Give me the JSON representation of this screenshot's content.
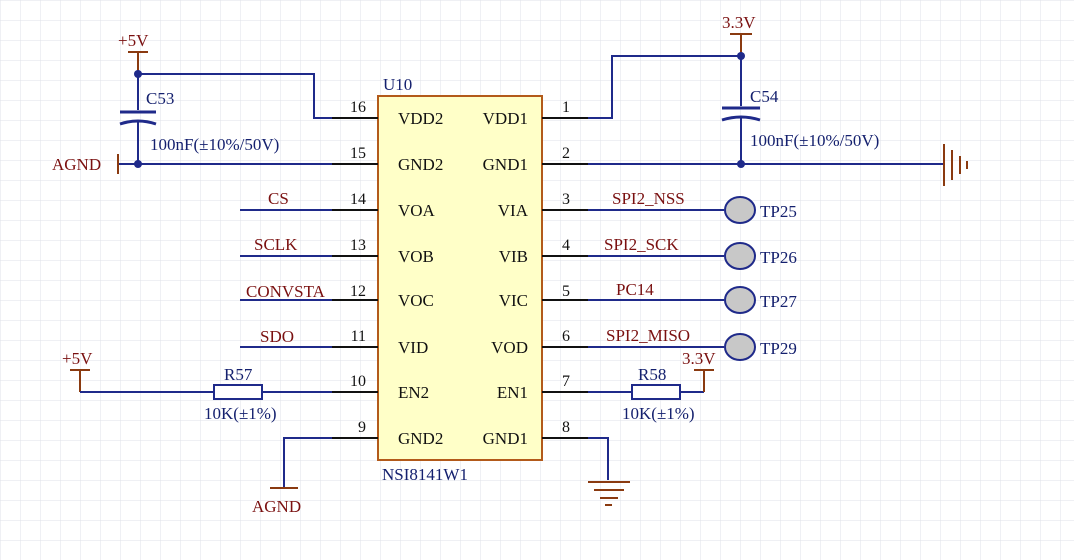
{
  "ic": {
    "ref": "U10",
    "part": "NSI8141W1",
    "pins_left": [
      {
        "num": "16",
        "name": "VDD2"
      },
      {
        "num": "15",
        "name": "GND2"
      },
      {
        "num": "14",
        "name": "VOA"
      },
      {
        "num": "13",
        "name": "VOB"
      },
      {
        "num": "12",
        "name": "VOC"
      },
      {
        "num": "11",
        "name": "VID"
      },
      {
        "num": "10",
        "name": "EN2"
      },
      {
        "num": "9",
        "name": "GND2"
      }
    ],
    "pins_right": [
      {
        "num": "1",
        "name": "VDD1"
      },
      {
        "num": "2",
        "name": "GND1"
      },
      {
        "num": "3",
        "name": "VIA"
      },
      {
        "num": "4",
        "name": "VIB"
      },
      {
        "num": "5",
        "name": "VIC"
      },
      {
        "num": "6",
        "name": "VOD"
      },
      {
        "num": "7",
        "name": "EN1"
      },
      {
        "num": "8",
        "name": "GND1"
      }
    ]
  },
  "nets_left": {
    "cs": "CS",
    "sclk": "SCLK",
    "convsta": "CONVSTA",
    "sdo": "SDO"
  },
  "nets_right": {
    "nss": "SPI2_NSS",
    "sck": "SPI2_SCK",
    "pc14": "PC14",
    "miso": "SPI2_MISO"
  },
  "testpoints": [
    "TP25",
    "TP26",
    "TP27",
    "TP29"
  ],
  "power": {
    "p5v_top": "+5V",
    "p3v3_top": "3.3V",
    "p5v_r57": "+5V",
    "p3v3_r58": "3.3V",
    "agnd_left": "AGND",
    "agnd_bottom": "AGND"
  },
  "components": {
    "c53": {
      "ref": "C53",
      "value": "100nF(±10%/50V)"
    },
    "c54": {
      "ref": "C54",
      "value": "100nF(±10%/50V)"
    },
    "r57": {
      "ref": "R57",
      "value": "10K(±1%)"
    },
    "r58": {
      "ref": "R58",
      "value": "10K(±1%)"
    }
  },
  "colors": {
    "wire": "#1f2a8a",
    "ic_fill": "#ffffc8",
    "ic_border": "#b35a1a",
    "net_label": "#7a1010",
    "testpoint": "#c8c8c8",
    "grid": "#dfe2e8"
  }
}
